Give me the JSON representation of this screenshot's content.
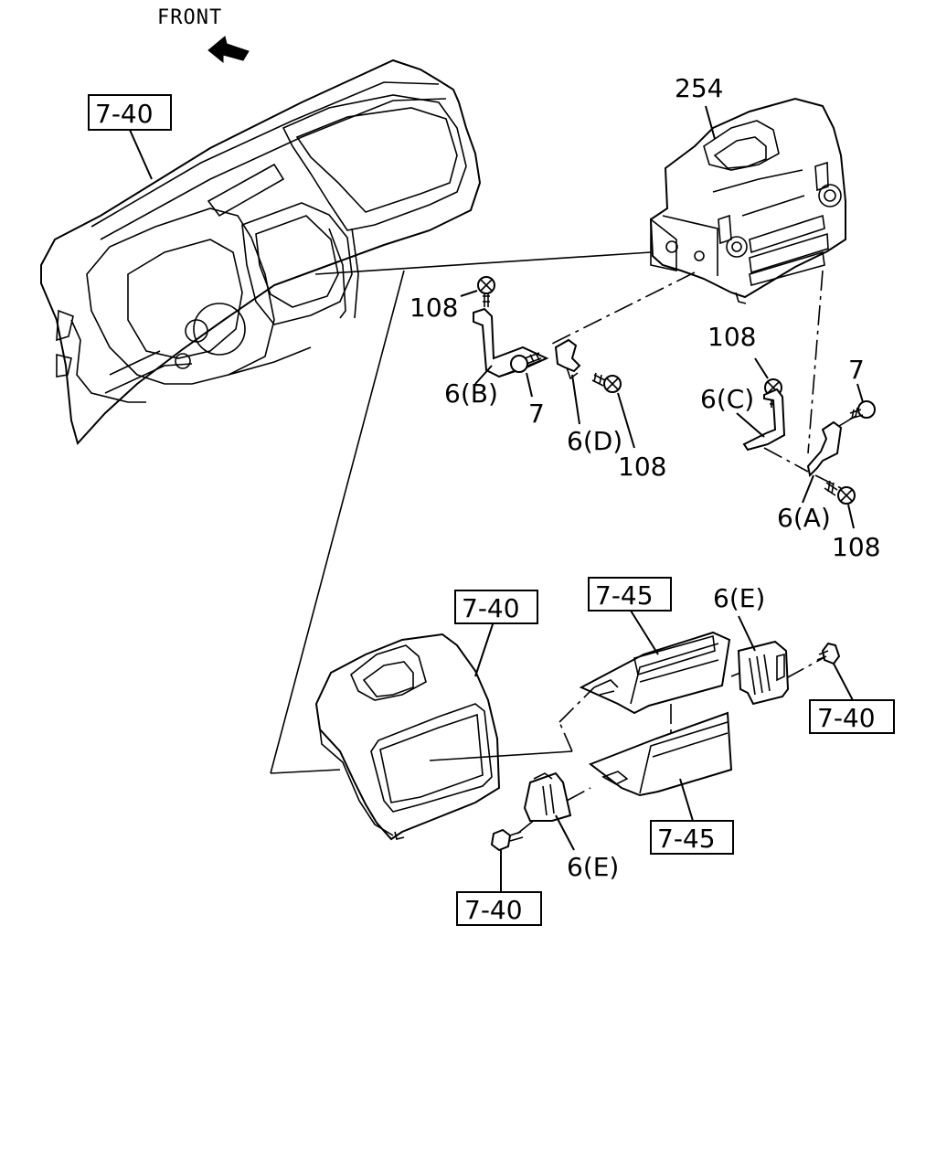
{
  "front_label": "FRONT",
  "refs": {
    "dash_ref": "7-40",
    "radio_part": "254",
    "screw_108_a": "108",
    "bracket_b": "6(B)",
    "screw_7_a": "7",
    "bracket_d": "6(D)",
    "screw_108_b": "108",
    "screw_108_c": "108",
    "screw_7_b": "7",
    "bracket_c": "6(C)",
    "bracket_a": "6(A)",
    "screw_108_d": "108",
    "bezel_ref": "7-40",
    "pocket_upper_ref": "7-45",
    "bracket_e_upper": "6(E)",
    "right_ref": "7-40",
    "pocket_lower_ref": "7-45",
    "bracket_e_lower": "6(E)",
    "bottom_ref": "7-40"
  }
}
